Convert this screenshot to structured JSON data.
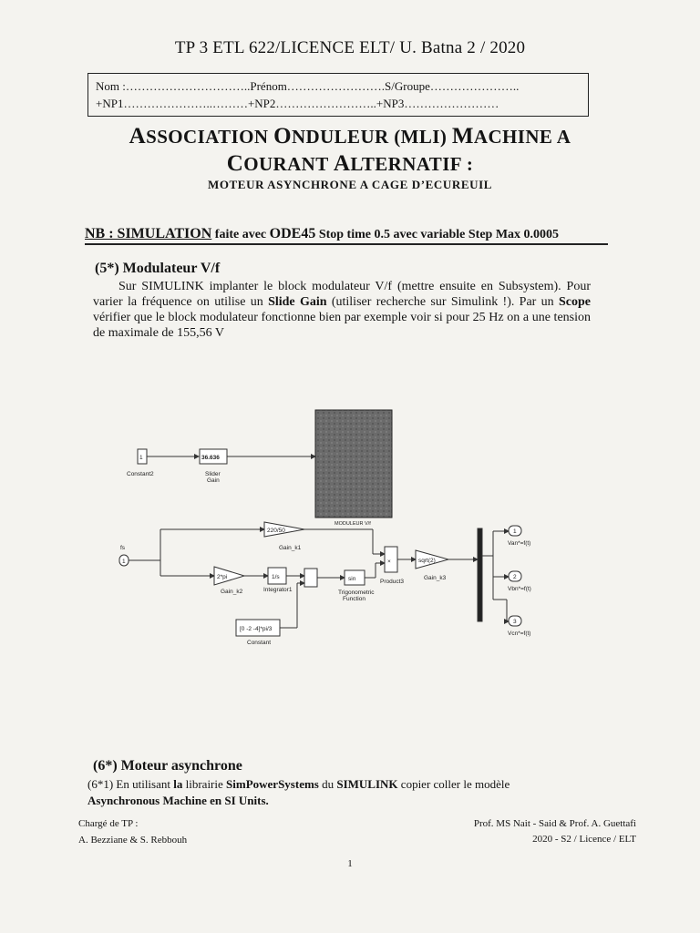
{
  "header": {
    "title": "TP 3 ETL 622/LICENCE ELT/ U. Batna 2 / 2020"
  },
  "info_box": {
    "line1": "Nom :…………………………..Prénom…………………….S/Groupe…………………..",
    "line2": "+NP1…………………..………+NP2……………………..+NP3……………………"
  },
  "titles": {
    "t1_a": "A",
    "t1_b": "SSOCIATION ",
    "t1_c": "O",
    "t1_d": "NDULEUR (MLI) ",
    "t1_e": "M",
    "t1_f": "ACHINE A",
    "t2_a": "C",
    "t2_b": "OURANT ",
    "t2_c": "A",
    "t2_d": "LTERNATIF :",
    "t3": "MOTEUR ASYNCHRONE  A CAGE D’ECUREUIL"
  },
  "nb": {
    "part1": "NB : SIMULATION",
    "part2": " faite avec ",
    "part3": "ODE45",
    "part4": " Stop time 0.5 avec variable Step Max 0.0005"
  },
  "section5": {
    "heading": "(5*) Modulateur V/f",
    "p1": "Sur SIMULINK implanter le block modulateur V/f (mettre ensuite en Subsystem). Pour varier la fréquence on utilise un ",
    "slide_gain": "Slide Gain",
    "p2": " (utiliser recherche sur Simulink !). Par un ",
    "scope": "Scope",
    "p3": " vérifier que le block modulateur fonctionne bien par exemple voir si pour 25 Hz on a une tension de maximale de 155,56 V"
  },
  "diagram": {
    "constant2_value": "1",
    "constant2_label": "Constant2",
    "slider_value": "36.636",
    "slider_label_1": "Slider",
    "slider_label_2": "Gain",
    "subsystem_label": "MODULEUR V/f",
    "inport_value": "1",
    "inport_label": "fs",
    "gain_k1_value": "220/50",
    "gain_k1_label": "Gain_k1",
    "gain_k2_value": "2*pi",
    "gain_k2_label": "Gain_k2",
    "integrator_value": "1/s",
    "integrator_label": "Integrator1",
    "sin_value": "sin",
    "sin_label_1": "Trigonometric",
    "sin_label_2": "Function",
    "product_value": "×",
    "product_label": "Product3",
    "gain_k3_value": "sqrt(2)",
    "gain_k3_label": "Gain_k3",
    "constant_value": "[0 -2 -4]*pi/3",
    "constant_label": "Constant",
    "out1_value": "1",
    "out1_label": "Van*=f(t)",
    "out2_value": "2",
    "out2_label": "Vbn*=f(t)",
    "out3_value": "3",
    "out3_label": "Vcn*=f(t)"
  },
  "section6": {
    "heading": "(6*) Moteur  asynchrone",
    "p1": "(6*1) En utilisant ",
    "la": "la",
    "p2": " librairie ",
    "simpower": "SimPowerSystems",
    "p3": " du ",
    "simulink": "SIMULINK",
    "p4": " copier coller le modèle",
    "asm": "Asynchronous Machine en  SI Units."
  },
  "footer": {
    "left_1": "Chargé de TP :",
    "left_2": "A. Bezziane & S. Rebbouh",
    "right_1": "Prof. MS Nait - Said & Prof. A. Guettafi",
    "right_2": "2020 - S2 / Licence / ELT"
  },
  "page_number": "1"
}
